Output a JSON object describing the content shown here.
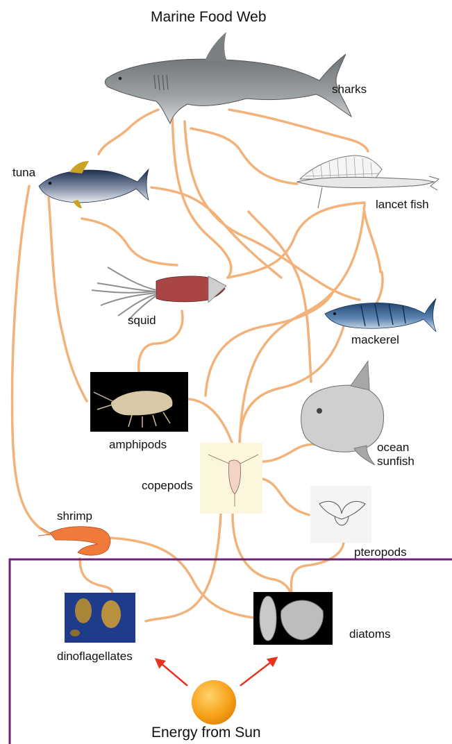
{
  "title": "Marine Food Web",
  "footer": "Energy from Sun",
  "labels": {
    "sharks": "sharks",
    "tuna": "tuna",
    "lancet_fish": "lancet fish",
    "squid": "squid",
    "mackerel": "mackerel",
    "amphipods": "amphipods",
    "ocean_sunfish": "ocean\nsunfish",
    "copepods": "copepods",
    "shrimp": "shrimp",
    "pteropods": "pteropods",
    "dinoflagellates": "dinoflagellates",
    "diatoms": "diatoms"
  },
  "colors": {
    "link": "#f2b27a",
    "boundary": "#6b2574",
    "energy_arrow": "#e8321f",
    "sun": "#f7a21b"
  }
}
